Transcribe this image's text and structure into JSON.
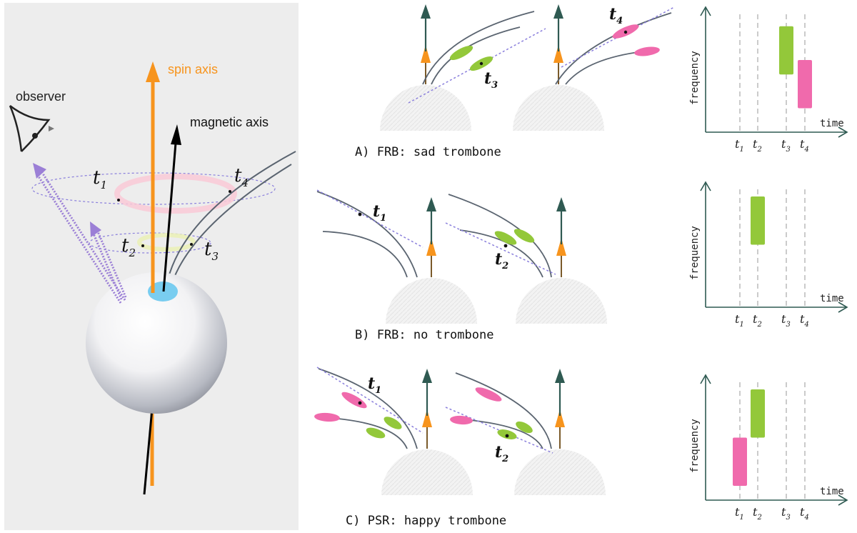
{
  "left_panel": {
    "observer_label": "observer",
    "spin_axis_label": "spin axis",
    "magnetic_axis_label": "magnetic axis",
    "time_labels": {
      "t1": "t",
      "t1_sub": "1",
      "t2": "t",
      "t2_sub": "2",
      "t3": "t",
      "t3_sub": "3",
      "t4": "t",
      "t4_sub": "4"
    }
  },
  "scenarios": [
    {
      "id": "A",
      "caption": "A) FRB: sad trombone",
      "labels": [
        {
          "text": "t",
          "sub": "3"
        },
        {
          "text": "t",
          "sub": "4"
        }
      ]
    },
    {
      "id": "B",
      "caption": "B) FRB: no trombone",
      "labels": [
        {
          "text": "t",
          "sub": "1"
        },
        {
          "text": "t",
          "sub": "2"
        }
      ]
    },
    {
      "id": "C",
      "caption": "C) PSR: happy trombone",
      "labels": [
        {
          "text": "t",
          "sub": "1"
        },
        {
          "text": "t",
          "sub": "2"
        }
      ]
    }
  ],
  "timing_plots": [
    {
      "id": "A",
      "ylabel": "frequency",
      "xlabel": "time",
      "ticks": [
        {
          "t": "t",
          "s": "1"
        },
        {
          "t": "t",
          "s": "2"
        },
        {
          "t": "t",
          "s": "3"
        },
        {
          "t": "t",
          "s": "4"
        }
      ],
      "bars": [
        {
          "at": "t3",
          "color": "#93c83a",
          "low": 0.45,
          "high": 0.95
        },
        {
          "at": "t4",
          "color": "#f06aac",
          "low": 0.1,
          "high": 0.6
        }
      ]
    },
    {
      "id": "B",
      "ylabel": "frequency",
      "xlabel": "time",
      "ticks": [
        {
          "t": "t",
          "s": "1"
        },
        {
          "t": "t",
          "s": "2"
        },
        {
          "t": "t",
          "s": "3"
        },
        {
          "t": "t",
          "s": "4"
        }
      ],
      "bars": [
        {
          "at": "t2",
          "color": "#93c83a",
          "low": 0.5,
          "high": 1.0
        }
      ]
    },
    {
      "id": "C",
      "ylabel": "frequency",
      "xlabel": "time",
      "ticks": [
        {
          "t": "t",
          "s": "1"
        },
        {
          "t": "t",
          "s": "2"
        },
        {
          "t": "t",
          "s": "3"
        },
        {
          "t": "t",
          "s": "4"
        }
      ],
      "bars": [
        {
          "at": "t1",
          "color": "#f06aac",
          "low": 0.0,
          "high": 0.5
        },
        {
          "at": "t2",
          "color": "#93c83a",
          "low": 0.5,
          "high": 1.0
        }
      ]
    }
  ],
  "colors": {
    "spin_axis": "#f7941d",
    "magnetic_axis": "#000000",
    "field_line": "#5a6470",
    "arrow_dark": "#2f5a52",
    "beam_arrow": "#9b7fd6",
    "green": "#93c83a",
    "pink": "#f06aac",
    "polar_cap": "#79cdf0",
    "panel_bg": "#ededed"
  }
}
